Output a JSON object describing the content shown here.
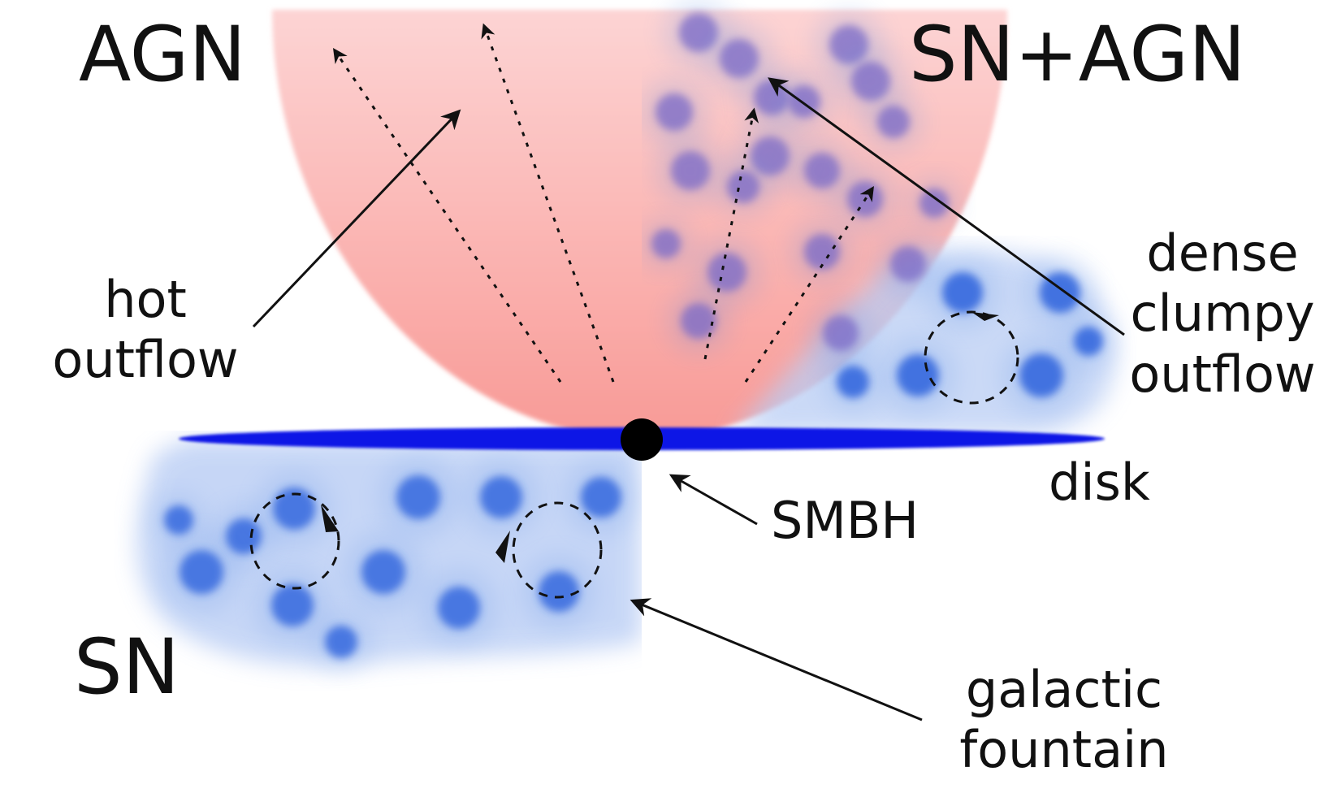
{
  "labels": {
    "agn": "AGN",
    "sn_agn": "SN+AGN",
    "sn": "SN",
    "hot_outflow": [
      "hot",
      "outflow"
    ],
    "dense_clumpy_outflow": [
      "dense",
      "clumpy",
      "outflow"
    ],
    "disk": "disk",
    "smbh": "SMBH",
    "galactic_fountain": [
      "galactic",
      "fountain"
    ]
  },
  "colors": {
    "agn_outflow_top": "#fdd4d4",
    "agn_outflow_bottom": "#f89a96",
    "clump_cloud": "#5b8fe6",
    "clump_core": "#2f63dd",
    "sn_agn_clump": "#7a6bc8",
    "disk": "#0a14e6",
    "smbh": "#000000",
    "ink": "#111111"
  }
}
